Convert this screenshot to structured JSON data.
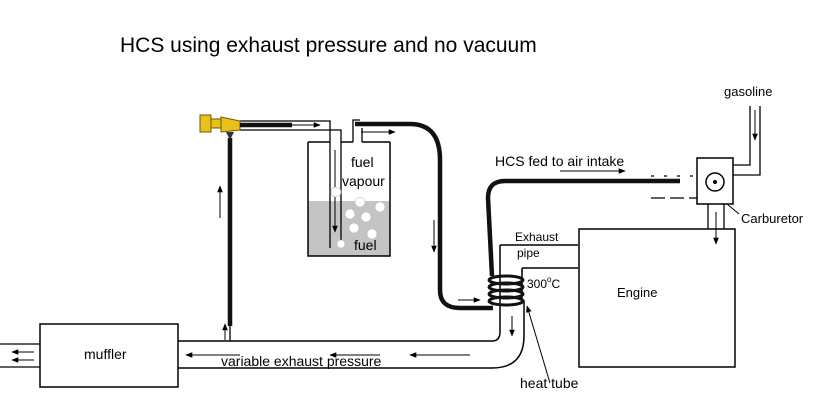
{
  "title": "HCS using exhaust pressure and no vacuum",
  "labels": {
    "gasoline": "gasoline",
    "hcs_fed": "HCS fed to air intake",
    "carburetor": "Carburetor",
    "fuel_vapour_1": "fuel",
    "fuel_vapour_2": "vapour",
    "fuel": "fuel",
    "exhaust_pipe_1": "Exhaust",
    "exhaust_pipe_2": "pipe",
    "temperature": "300",
    "temperature_unit": "C",
    "temperature_degree": "o",
    "engine": "Engine",
    "muffler": "muffler",
    "variable_exhaust_pressure": "variable exhaust pressure",
    "heat_tube": "heat tube"
  },
  "colors": {
    "line": "#000000",
    "tube": "#111111",
    "fuel_fill": "#c4c4c4",
    "valve": "#e8c21a",
    "bubble": "#ffffff",
    "background": "#ffffff"
  }
}
